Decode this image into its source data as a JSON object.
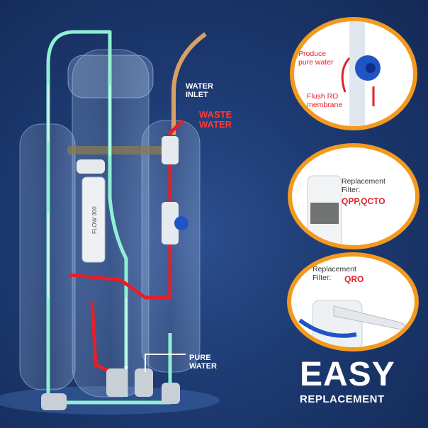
{
  "labels": {
    "water_inlet": [
      "WATER",
      "INLET"
    ],
    "waste_water": [
      "WASTE",
      "WATER"
    ],
    "pure_water": [
      "PURE",
      "WATER"
    ],
    "flow_restrictor": "FLOW 300"
  },
  "callouts": {
    "valve": {
      "produce": [
        "Produce",
        "pure water"
      ],
      "flush": [
        "Flush RO",
        "membrane"
      ]
    },
    "filter1": {
      "title": [
        "Replacement",
        "Filter:"
      ],
      "model": "QPP,QCTO"
    },
    "filter2": {
      "title": [
        "Replacement",
        "Filter:"
      ],
      "model": "QRO"
    }
  },
  "headline": {
    "big": "EASY",
    "small": "REPLACEMENT"
  },
  "colors": {
    "background": "#1d3a72",
    "pure_flow": "#8ff0d2",
    "waste_flow": "#e2202a",
    "inlet_flow": "#d9a066",
    "ring": "#f39a1e",
    "valve": "#1f54c4"
  }
}
